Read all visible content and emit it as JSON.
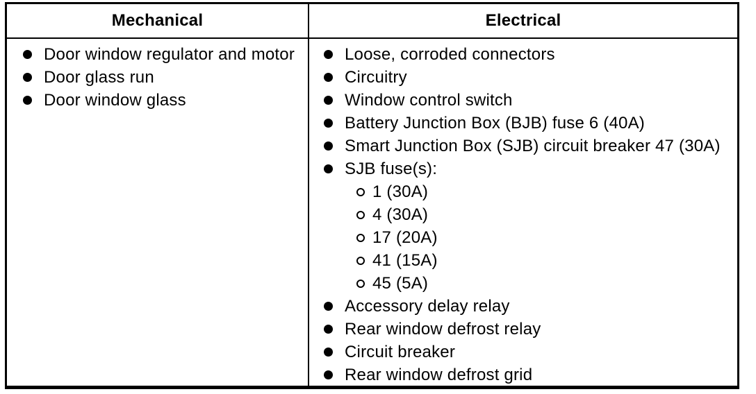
{
  "table": {
    "border_color": "#000000",
    "background_color": "#ffffff",
    "icons": {
      "level1_bullet": "filled-circle",
      "level2_bullet": "open-circle"
    },
    "columns": [
      {
        "header": "Mechanical",
        "items": [
          {
            "label": "Door window regulator and motor"
          },
          {
            "label": "Door glass run"
          },
          {
            "label": "Door window glass"
          }
        ]
      },
      {
        "header": "Electrical",
        "items": [
          {
            "label": "Loose, corroded connectors"
          },
          {
            "label": "Circuitry"
          },
          {
            "label": "Window control switch"
          },
          {
            "label": "Battery Junction Box (BJB) fuse 6 (40A)"
          },
          {
            "label": "Smart Junction Box (SJB) circuit breaker 47 (30A)"
          },
          {
            "label": "SJB fuse(s):",
            "sub_items": [
              "1 (30A)",
              "4 (30A)",
              "17 (20A)",
              "41 (15A)",
              "45 (5A)"
            ]
          },
          {
            "label": "Accessory delay relay"
          },
          {
            "label": "Rear window defrost relay"
          },
          {
            "label": "Circuit breaker"
          },
          {
            "label": "Rear window defrost grid"
          }
        ]
      }
    ]
  }
}
